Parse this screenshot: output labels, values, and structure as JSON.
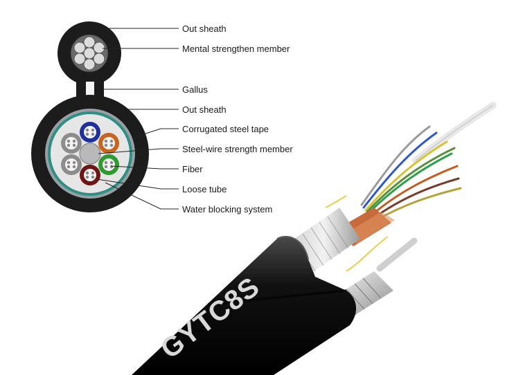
{
  "labels": {
    "out_sheath_top": "Out sheath",
    "metal_member": "Mental strengthen member",
    "gallus": "Gallus",
    "out_sheath": "Out sheath",
    "corrugated_tape": "Corrugated steel tape",
    "steel_wire_member": "Steel-wire strength member",
    "fiber": "Fiber",
    "loose_tube": "Loose tube",
    "water_blocking": "Water blocking system"
  },
  "cable_print": "GYTC8S",
  "colors": {
    "sheath": "#1c1c1c",
    "corrugated_tape": "#9aa0a2",
    "water_blocking": "#2f8f86",
    "tube_blue": "#1f2f9c",
    "tube_orange": "#c8641e",
    "tube_green": "#2f9a2f",
    "tube_brown": "#6e1515",
    "tube_grey": "#8c8c8c",
    "central_member": "#b9b9b9"
  }
}
